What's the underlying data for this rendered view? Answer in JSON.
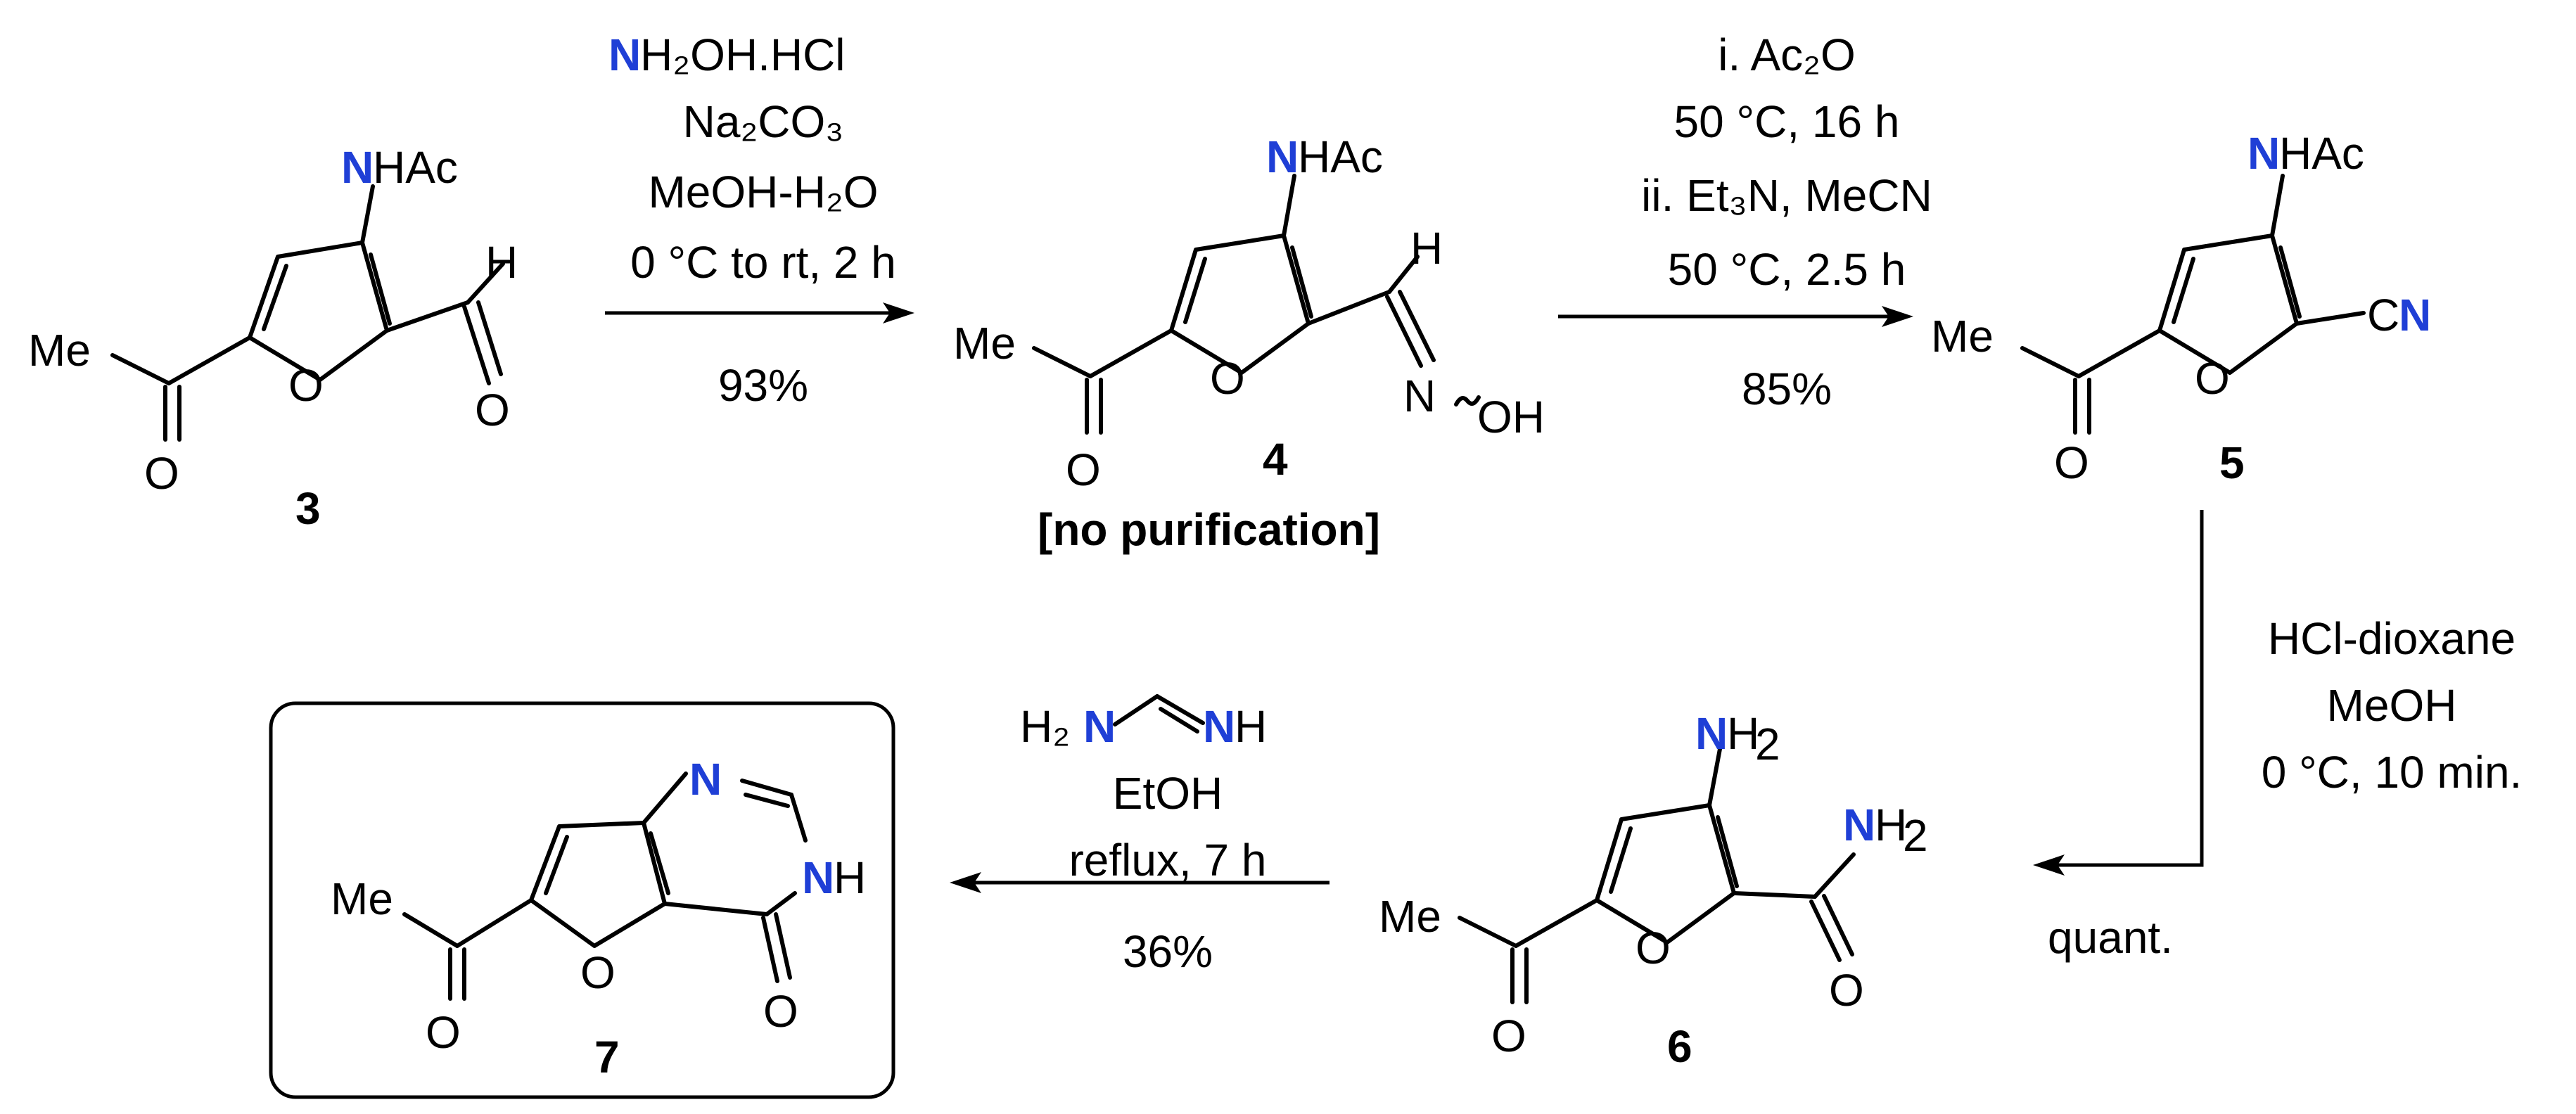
{
  "colors": {
    "nitrogen": "#1f3fd6",
    "ink": "#000000"
  },
  "compounds": [
    {
      "id": "3",
      "label": "3",
      "atoms": {
        "nhac": "HAc",
        "me": "Me",
        "o_ring": "O",
        "o_ketone": "O",
        "o_ald": "O",
        "h_ald": "H",
        "n": "N"
      }
    },
    {
      "id": "4",
      "label": "4",
      "note": "[no purification]",
      "atoms": {
        "nhac": "HAc",
        "me": "Me",
        "o_ring": "O",
        "o_ketone": "O",
        "h": "H",
        "oxime_n": "N",
        "oh": "OH",
        "n": "N"
      }
    },
    {
      "id": "5",
      "label": "5",
      "atoms": {
        "nhac": "HAc",
        "me": "Me",
        "o_ring": "O",
        "o_ketone": "O",
        "c": "C",
        "n": "N"
      }
    },
    {
      "id": "6",
      "label": "6",
      "atoms": {
        "n": "N",
        "h2": "H",
        "sub2": "2",
        "me": "Me",
        "o_ring": "O",
        "o_ketone": "O",
        "o_amide": "O"
      }
    },
    {
      "id": "7",
      "label": "7",
      "atoms": {
        "me": "Me",
        "o_ring": "O",
        "o_ketone": "O",
        "o_lactam": "O",
        "n": "N",
        "nh_h": "H"
      }
    }
  ],
  "steps": [
    {
      "id": "step1",
      "conditions": [
        "H₂OH.HCl",
        "Na₂CO₃",
        "MeOH-H₂O",
        "0 °C to rt, 2 h"
      ],
      "yield": "93%"
    },
    {
      "id": "step2",
      "conditions": [
        "i. Ac₂O",
        "50 °C, 16 h",
        "ii. Et₃N, MeCN",
        "50 °C, 2.5 h"
      ],
      "yield": "85%"
    },
    {
      "id": "step3",
      "conditions": [
        "HCl-dioxane",
        "MeOH",
        "0 °C, 10 min."
      ],
      "yield": "quant."
    },
    {
      "id": "step4",
      "conditions": [
        "EtOH",
        "reflux, 7 h"
      ],
      "reagent": {
        "h2": "H₂",
        "n": "N",
        "h": "H"
      },
      "yield": "36%"
    }
  ]
}
